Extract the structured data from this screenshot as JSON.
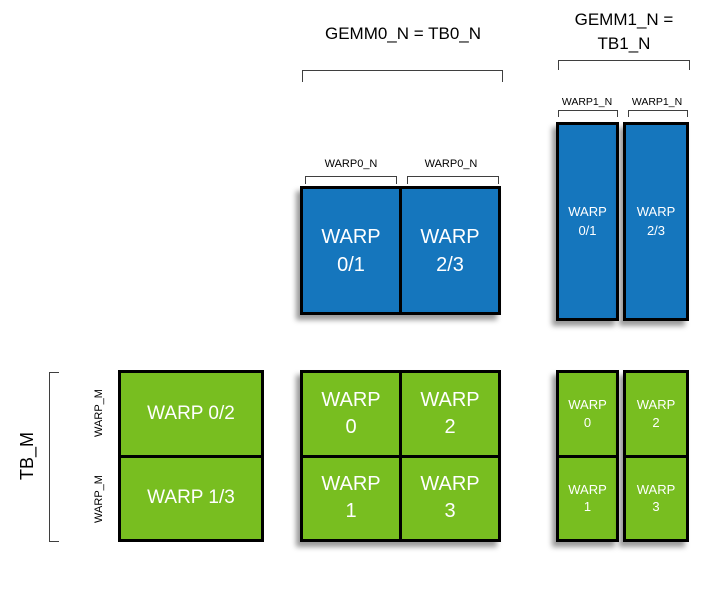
{
  "colors": {
    "blue": "#1576bd",
    "green": "#78be20",
    "border": "#000000",
    "bracket": "#3f3f3f"
  },
  "titles": {
    "gemm0": "GEMM0_N = TB0_N",
    "gemm1_line1": "GEMM1_N =",
    "gemm1_line2": "TB1_N"
  },
  "labels": {
    "warp0_n_1": "WARP0_N",
    "warp0_n_2": "WARP0_N",
    "warp1_n_1": "WARP1_N",
    "warp1_n_2": "WARP1_N",
    "tb_m": "TB_M",
    "warp_m_1": "WARP_M",
    "warp_m_2": "WARP_M"
  },
  "blue_wide": {
    "cells": [
      {
        "l1": "WARP",
        "l2": "0/1"
      },
      {
        "l1": "WARP",
        "l2": "2/3"
      }
    ]
  },
  "blue_tall": {
    "cells": [
      {
        "l1": "WARP",
        "l2": "0/1"
      },
      {
        "l1": "WARP",
        "l2": "2/3"
      }
    ]
  },
  "green_left": {
    "rows": [
      "WARP 0/2",
      "WARP 1/3"
    ]
  },
  "green_mid": {
    "cells": [
      {
        "l1": "WARP",
        "l2": "0"
      },
      {
        "l1": "WARP",
        "l2": "2"
      },
      {
        "l1": "WARP",
        "l2": "1"
      },
      {
        "l1": "WARP",
        "l2": "3"
      }
    ]
  },
  "green_right": {
    "cells": [
      {
        "l1": "WARP",
        "l2": "0"
      },
      {
        "l1": "WARP",
        "l2": "2"
      },
      {
        "l1": "WARP",
        "l2": "1"
      },
      {
        "l1": "WARP",
        "l2": "3"
      }
    ]
  }
}
